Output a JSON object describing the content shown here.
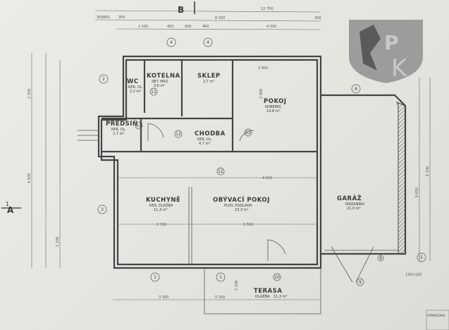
{
  "section_marks": {
    "b": "B",
    "a": "A",
    "a_num": "1"
  },
  "dimensions": {
    "overall": "12 750",
    "main": "8 350",
    "top": [
      "300",
      "900",
      "300",
      "2 100",
      "400",
      "900",
      "400",
      "4 350",
      "300"
    ],
    "kitchen_width": "2 700",
    "living_width": "5 550",
    "living_upper": "4 050",
    "terrace_left": "3 300",
    "terrace_right": "5 350",
    "left_side": [
      "2 350",
      "4 500",
      "1 200"
    ],
    "right_side": [
      "9 650",
      "6 100"
    ],
    "terrace_depth": "2 200",
    "pokoj_width": "3 950",
    "pokoj_height": "2 900",
    "window": "120×120"
  },
  "rooms": [
    {
      "name": "WC",
      "floor": "KER. DL.",
      "area": "2,2 m²"
    },
    {
      "name": "KOTELNA",
      "floor": "SBT. MAZ.",
      "area": "3,6 m²"
    },
    {
      "name": "SKLEP",
      "floor": "",
      "area": "2,7 m²"
    },
    {
      "name": "POKOJ",
      "floor": "KOBEREC",
      "area": "14,8 m²"
    },
    {
      "name": "PŘEDSÍŇ",
      "floor": "KER. DL.",
      "area": "2,7 m²"
    },
    {
      "name": "CHODBA",
      "floor": "KER. DL.",
      "area": "4,7 m²"
    },
    {
      "name": "KUCHYNĚ",
      "floor": "KER. DLAŽBA",
      "area": "11,3 m²"
    },
    {
      "name": "OBÝVACÍ POKOJ",
      "floor": "PLOV. PODLAHA",
      "area": "23,3 m²"
    },
    {
      "name": "GARÁŽ",
      "floor": "MAZANINA",
      "area": "21,0 m²"
    },
    {
      "name": "TERASA",
      "floor": "DLAŽBA",
      "area": "11,3 m²"
    }
  ],
  "door_marks": [
    "12",
    "13",
    "12",
    "12",
    "10",
    "9",
    "8",
    "11"
  ],
  "window_marks": [
    "1",
    "1",
    "4",
    "4",
    "2",
    "3",
    "5",
    "6"
  ],
  "logo": {
    "text": "VPK",
    "colors": {
      "shield": "#8f8f8f",
      "letters": "#bdbdbd"
    }
  },
  "stamp": "VYPRACOVAL"
}
